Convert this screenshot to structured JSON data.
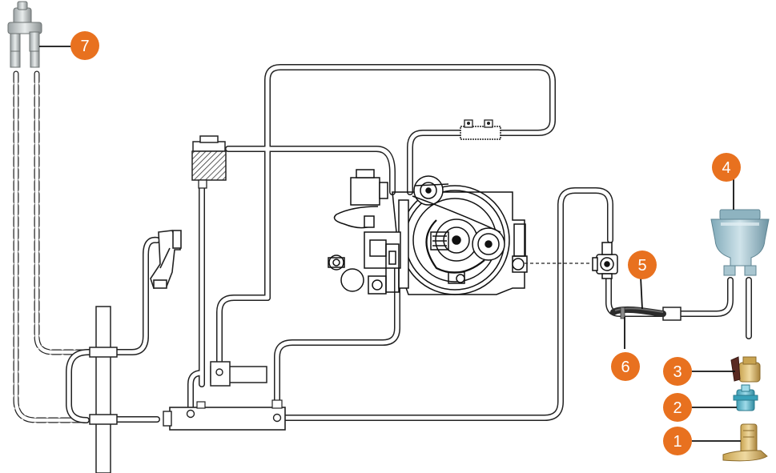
{
  "accent_color": "#e8711f",
  "pipe_color": "#222222",
  "callouts": [
    {
      "id": "1",
      "label": "1",
      "part": "through-hull-fitting-icon"
    },
    {
      "id": "2",
      "label": "2",
      "part": "hose-connector-icon"
    },
    {
      "id": "3",
      "label": "3",
      "part": "seacock-valve-icon"
    },
    {
      "id": "4",
      "label": "4",
      "part": "water-strainer-icon"
    },
    {
      "id": "5",
      "label": "5",
      "part": "hose-icon"
    },
    {
      "id": "6",
      "label": "6",
      "part": "hose-clamp-icon"
    },
    {
      "id": "7",
      "label": "7",
      "part": "exhaust-outlet-icon"
    }
  ]
}
